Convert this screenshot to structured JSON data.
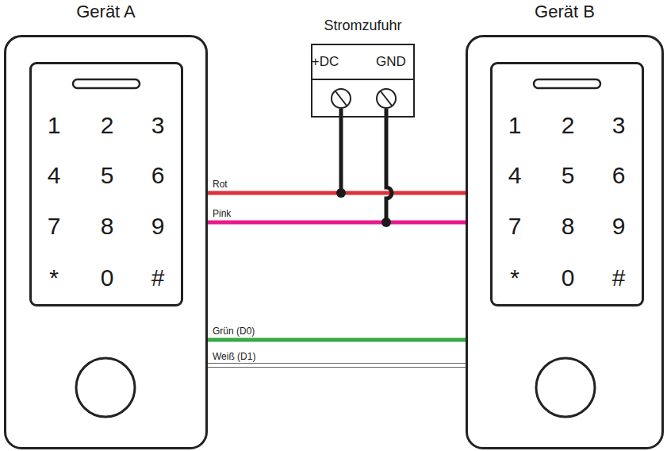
{
  "diagram": {
    "nodes": [
      {
        "text": [
          "Gerät A"
        ]
      },
      {
        "text": [
          "1",
          "2",
          "3",
          "4",
          "5",
          "6",
          "7",
          "8",
          "9",
          "*",
          "0",
          "#"
        ],
        "in": 0
      },
      {
        "text": [
          "Stromzufuhr",
          "+DC",
          "GND"
        ]
      },
      {
        "text": [
          "Gerät B"
        ]
      },
      {
        "text": [
          "1",
          "2",
          "3",
          "4",
          "5",
          "6",
          "7",
          "8",
          "9",
          "*",
          "0",
          "#"
        ],
        "in": 3
      }
    ],
    "edges": [
      {
        "from": 0,
        "to": 3,
        "label": "Rot",
        "arrow": "none"
      },
      {
        "from": 0,
        "to": 3,
        "label": "Pink",
        "arrow": "none"
      },
      {
        "from": 0,
        "to": 3,
        "label": "Grün (D0)",
        "arrow": "none"
      },
      {
        "from": 0,
        "to": 3,
        "label": "Weiß (D1)",
        "arrow": "none"
      }
    ]
  }
}
